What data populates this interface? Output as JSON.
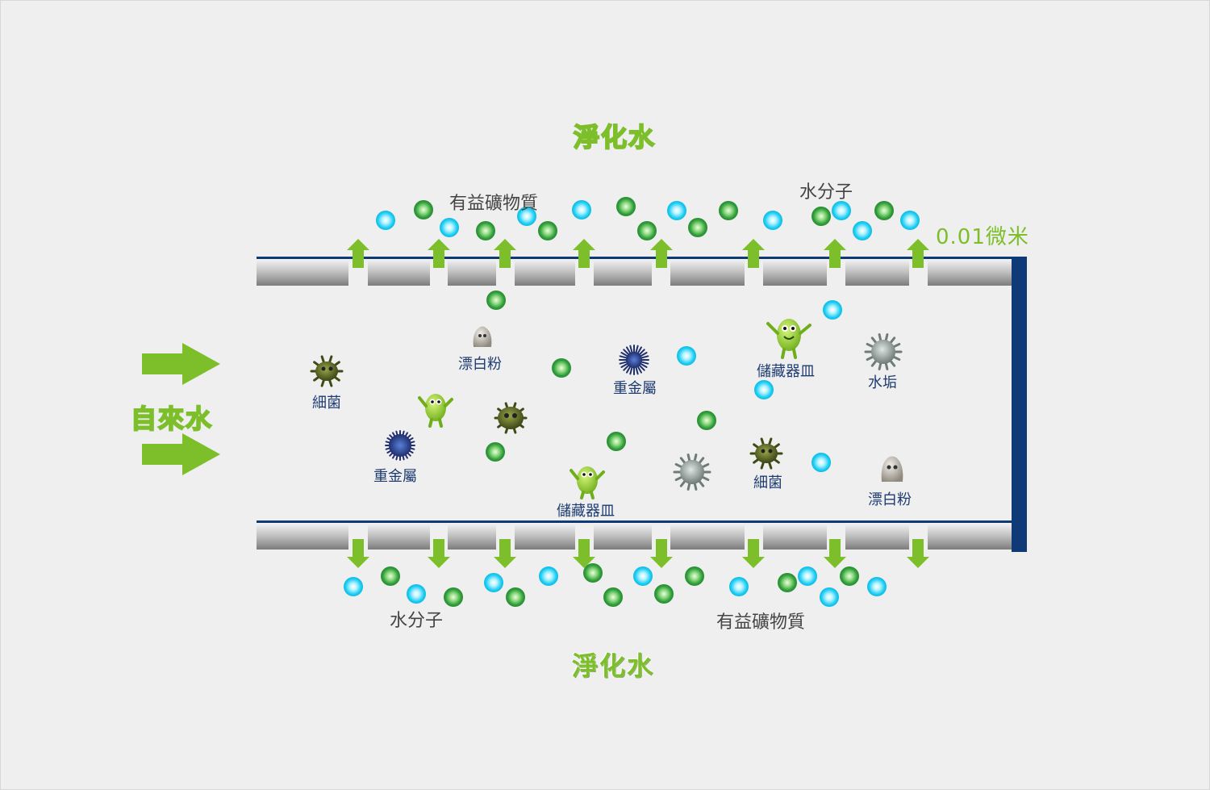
{
  "titles": {
    "top": "淨化水",
    "bottom": "淨化水",
    "input": "自來水"
  },
  "labels": {
    "pore_size": "0.01微米",
    "minerals_top": "有益礦物質",
    "water_molecule_top": "水分子",
    "water_molecule_bottom": "水分子",
    "minerals_bottom": "有益礦物質",
    "bacteria_1": "細菌",
    "bacteria_2": "細菌",
    "bleach_1": "漂白粉",
    "bleach_2": "漂白粉",
    "heavy_metal_1": "重金屬",
    "heavy_metal_2": "重金屬",
    "storage_1": "儲藏器皿",
    "storage_2": "儲藏器皿",
    "scale": "水垢"
  },
  "colors": {
    "arrow_green": "#7cbf2a",
    "membrane_navy": "#0f3a78",
    "mineral_green": "#3fae3f",
    "water_cyan": "#22d4f5",
    "label_navy": "#1e3c72"
  },
  "icons": {
    "bacteria": "bacteria-icon",
    "bleach": "bleach-icon",
    "heavy_metal": "heavy-metal-icon",
    "storage": "storage-germ-icon",
    "scale": "scale-icon",
    "mineral": "mineral-dot-icon",
    "water": "water-molecule-icon"
  }
}
